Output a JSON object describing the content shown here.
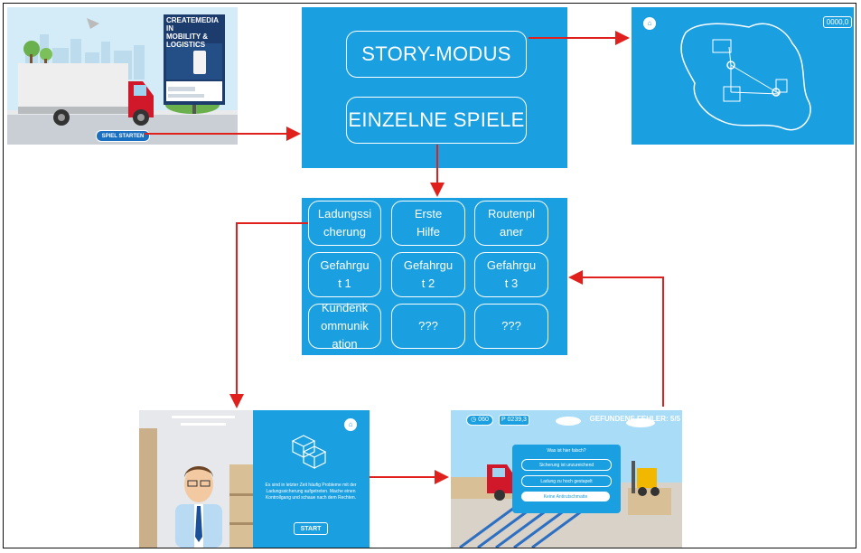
{
  "menu": {
    "story_mode": "STORY-MODUS",
    "single_games": "EINZELNE SPIELE"
  },
  "games": [
    {
      "label": "Ladungssi\ncherung"
    },
    {
      "label": "Erste\nHilfe"
    },
    {
      "label": "Routenpl\naner"
    },
    {
      "label": "Gefahrgu\nt 1"
    },
    {
      "label": "Gefahrgu\nt 2"
    },
    {
      "label": "Gefahrgu\nt 3"
    },
    {
      "label": "Kundenk\nommunik\nation"
    },
    {
      "label": "???"
    },
    {
      "label": "???"
    }
  ],
  "start_screen": {
    "poster_line1": "CREATEMEDIA IN",
    "poster_line2": "MOBILITY &",
    "poster_line3": "LOGISTICS",
    "start_button": "SPIEL STARTEN"
  },
  "map_screen": {
    "score": "0000,0"
  },
  "intro_screen": {
    "text": "Es sind in letzter Zeit häufig Probleme mit der Ladungssicherung aufgetreten. Mache einen Kontrollgang und schaue nach dem Rechten.",
    "start_button": "START"
  },
  "game_screen": {
    "timer": "060",
    "points": "P 0239,3",
    "errors_found": "GEFUNDENE FEHLER: 5/5",
    "dialog_title": "Was ist hier falsch?",
    "options": [
      "Sicherung ist unzureichend",
      "Ladung zu hoch gestapelt",
      "Keine Antirutschmatte"
    ]
  },
  "colors": {
    "primary_blue": "#1a9fe0",
    "arrow_red": "#e0201c"
  }
}
